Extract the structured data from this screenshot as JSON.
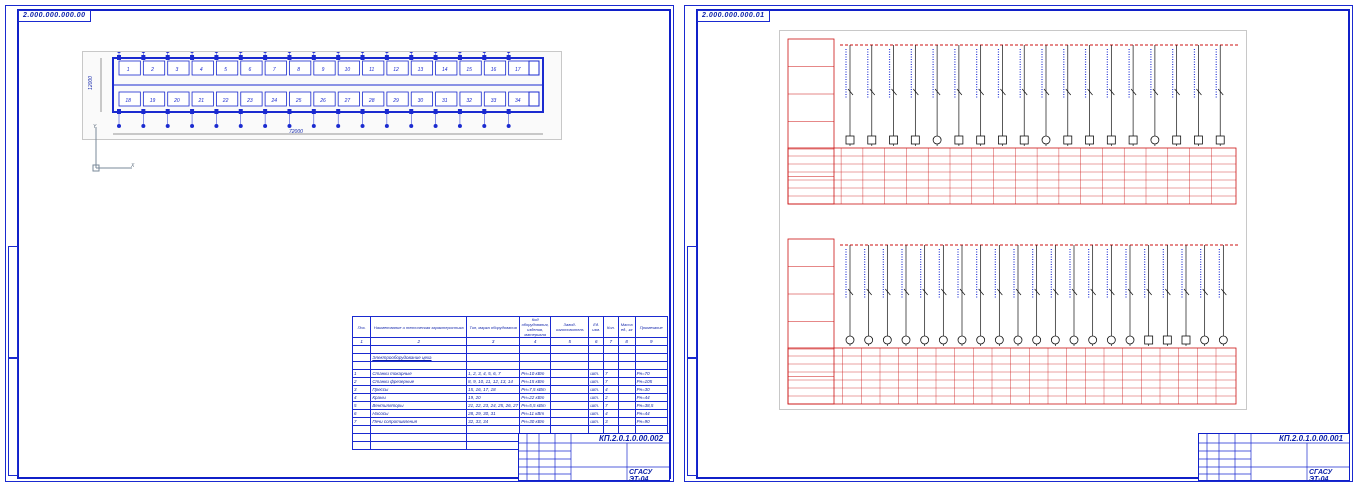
{
  "left_sheet": {
    "title_tab": "2.000.000.000.00",
    "plan": {
      "dim_length": "72000",
      "dim_width": "12000",
      "axis_x": "X",
      "axis_y": "Y",
      "top_row_numbers": [
        "1",
        "2",
        "3",
        "4",
        "5",
        "6",
        "7",
        "8",
        "9",
        "10",
        "11",
        "12",
        "13",
        "14",
        "15",
        "16",
        "17"
      ],
      "bottom_row_numbers": [
        "18",
        "19",
        "20",
        "21",
        "22",
        "23",
        "24",
        "25",
        "26",
        "27",
        "28",
        "29",
        "30",
        "31",
        "32",
        "33",
        "34"
      ]
    },
    "spec_table": {
      "headers": [
        "Поз.",
        "Наименование и техническая характеристика",
        "Тип, марка оборудования",
        "Код оборудования, изделия, материала",
        "Завод-изготовитель",
        "Ед. изм.",
        "Кол.",
        "Масса ед., кг",
        "Примечание"
      ],
      "header_numbers": [
        "1",
        "2",
        "3",
        "4",
        "5",
        "6",
        "7",
        "8",
        "9"
      ],
      "section_title": "Электрооборудование цеха",
      "rows": [
        {
          "pos": "1",
          "name": "Станки токарные",
          "type": "1, 2, 3, 4, 5, 6, 7",
          "code": "Рн=10 кВт",
          "maker": "",
          "unit": "шт.",
          "qty": "7",
          "mass": "",
          "note": "Рн=70"
        },
        {
          "pos": "2",
          "name": "Станки фрезерные",
          "type": "8, 9, 10, 11, 12, 13, 14",
          "code": "Рн=15 кВт",
          "maker": "",
          "unit": "шт.",
          "qty": "7",
          "mass": "",
          "note": "Рн=105"
        },
        {
          "pos": "3",
          "name": "Прессы",
          "type": "15, 16, 17, 18",
          "code": "Рн=7,5 кВт",
          "maker": "",
          "unit": "шт.",
          "qty": "4",
          "mass": "",
          "note": "Рн=30"
        },
        {
          "pos": "4",
          "name": "Краны",
          "type": "19, 20",
          "code": "Рн=22 кВт",
          "maker": "",
          "unit": "шт.",
          "qty": "2",
          "mass": "",
          "note": "Рн=44"
        },
        {
          "pos": "5",
          "name": "Вентиляторы",
          "type": "21, 22, 23, 24, 25, 26, 27",
          "code": "Рн=5,5 кВт",
          "maker": "",
          "unit": "шт.",
          "qty": "7",
          "mass": "",
          "note": "Рн=38,5"
        },
        {
          "pos": "6",
          "name": "Насосы",
          "type": "28, 29, 30, 31",
          "code": "Рн=11 кВт",
          "maker": "",
          "unit": "шт.",
          "qty": "4",
          "mass": "",
          "note": "Рн=44"
        },
        {
          "pos": "7",
          "name": "Печи сопротивления",
          "type": "32, 33, 34",
          "code": "Рн=30 кВт",
          "maker": "",
          "unit": "шт.",
          "qty": "3",
          "mass": "",
          "note": "Рн=90"
        }
      ]
    },
    "stamp": {
      "doc_code": "КП.2.0.1.0.00.002",
      "org": "СГАСУ ЭТ-04"
    }
  },
  "right_sheet": {
    "title_tab": "2.000.000.000.01",
    "stamp": {
      "doc_code": "КП.2.0.1.0.00.001",
      "org": "СГАСУ ЭТ-04"
    }
  },
  "colors": {
    "frame": "#1020c8",
    "schematic_red": "#cc1111",
    "schematic_blue": "#2a3ad8"
  }
}
